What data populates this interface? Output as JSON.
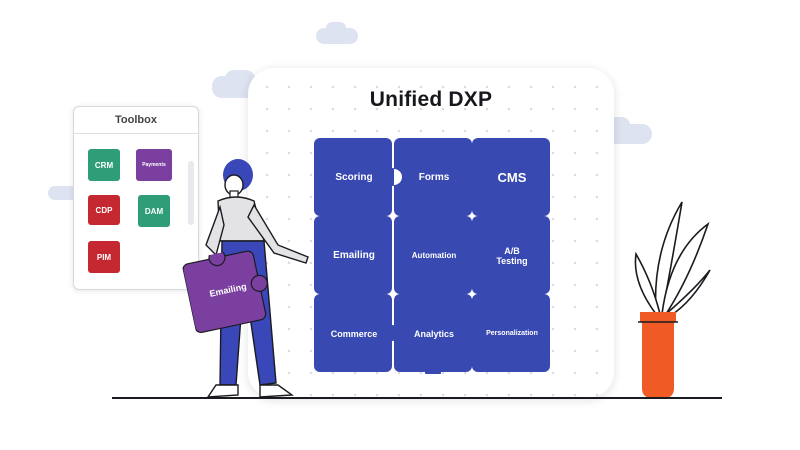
{
  "board": {
    "title": "Unified DXP",
    "pieces": [
      {
        "label": "Scoring"
      },
      {
        "label": "Forms"
      },
      {
        "label": "CMS"
      },
      {
        "label": "Emailing"
      },
      {
        "label": "Automation"
      },
      {
        "label": "A/B Testing"
      },
      {
        "label": "Commerce"
      },
      {
        "label": "Analytics"
      },
      {
        "label": "Personalization"
      }
    ]
  },
  "toolbox": {
    "title": "Toolbox",
    "items": [
      {
        "label": "CRM",
        "color": "#2f9e78"
      },
      {
        "label": "Payments",
        "color": "#7b3fa0"
      },
      {
        "label": "CDP",
        "color": "#c62832"
      },
      {
        "label": "DAM",
        "color": "#2f9e78"
      },
      {
        "label": "PIM",
        "color": "#c62832"
      }
    ]
  },
  "held_piece": {
    "label": "Emailing",
    "color": "#7b3fa0"
  },
  "colors": {
    "piece_blue": "#3849b1",
    "pot_orange": "#ef5a25",
    "person_blue": "#3a47b8"
  }
}
